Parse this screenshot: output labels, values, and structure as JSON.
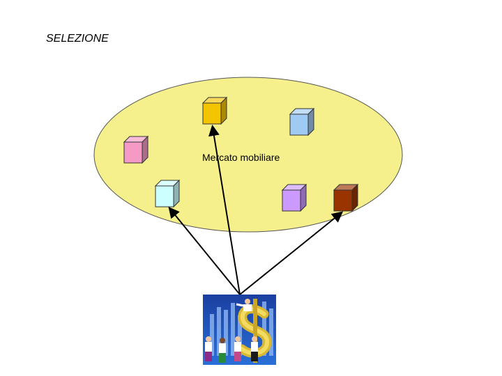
{
  "slide": {
    "title": "SELEZIONE"
  },
  "market": {
    "label": "Mercato mobiliare",
    "fill": "#f5f08c",
    "stroke": "#555555"
  },
  "cubes": [
    {
      "name": "cube-yellow",
      "color": "#f5c400"
    },
    {
      "name": "cube-light-blue",
      "color": "#9fcaf4"
    },
    {
      "name": "cube-pink",
      "color": "#f59ac6"
    },
    {
      "name": "cube-cyan",
      "color": "#ccffff"
    },
    {
      "name": "cube-lavender",
      "color": "#cc99ff"
    },
    {
      "name": "cube-brown",
      "color": "#993300"
    }
  ],
  "investor_illustration": {
    "icon": "investors-dollar-clipart-icon"
  }
}
